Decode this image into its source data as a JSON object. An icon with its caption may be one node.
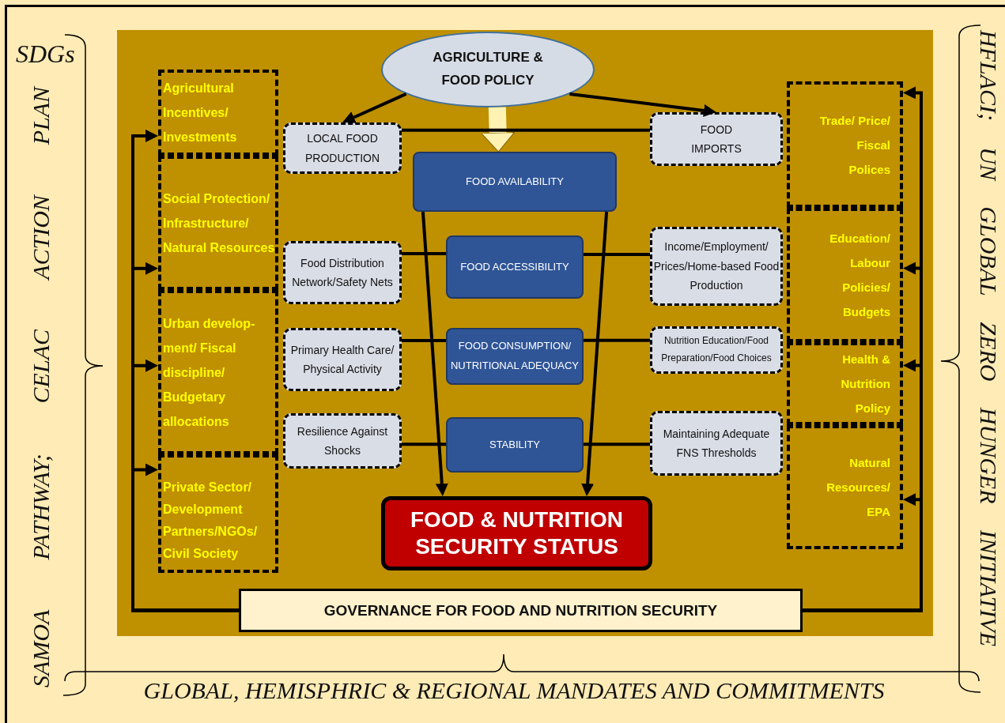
{
  "diagram": {
    "nodes": [
      {
        "text": [
          "AGRICULTURE & FOOD POLICY"
        ]
      },
      {
        "text": [
          "Agricultural Incentives/ Investments"
        ]
      },
      {
        "text": [
          "LOCAL FOOD PRODUCTION"
        ]
      },
      {
        "text": [
          "FOOD IMPORTS"
        ]
      },
      {
        "text": [
          "Trade/ Price/ Fiscal Polices"
        ]
      },
      {
        "text": [
          "FOOD AVAILABILITY"
        ]
      },
      {
        "text": [
          "Social Protection/ Infrastructure/ Natural Resources"
        ]
      },
      {
        "text": [
          "Food Distribution Network/Safety Nets"
        ]
      },
      {
        "text": [
          "FOOD ACCESSIBILITY"
        ]
      },
      {
        "text": [
          "Income/Employment/ Prices/Home-based Food Production"
        ]
      },
      {
        "text": [
          "Education/ Labour Policies/ Budgets"
        ]
      },
      {
        "text": [
          "Urban develop- ment/ Fiscal discipline/ Budgetary allocations"
        ]
      },
      {
        "text": [
          "Primary Health Care/ Physical Activity"
        ]
      },
      {
        "text": [
          "FOOD CONSUMPTION/ NUTRITIONAL ADEQUACY"
        ]
      },
      {
        "text": [
          "Nutrition Education/Food Preparation/Food Choices"
        ]
      },
      {
        "text": [
          "Health & Nutrition Policy"
        ]
      },
      {
        "text": [
          "Resilience Against Shocks"
        ]
      },
      {
        "text": [
          "STABILITY"
        ]
      },
      {
        "text": [
          "Maintaining Adequate FNS Thresholds"
        ]
      },
      {
        "text": [
          "Natural Resources/ EPA"
        ]
      },
      {
        "text": [
          "Private Sector/ Development Partners/NGOs/ Civil Society"
        ]
      },
      {
        "text": [
          "FOOD & NUTRITION SECURITY STATUS"
        ]
      },
      {
        "text": [
          "GOVERNANCE FOR FOOD AND NUTRITION SECURITY"
        ]
      }
    ],
    "edges": [
      {
        "from": 0,
        "to": 2,
        "arrow": "to"
      },
      {
        "from": 0,
        "to": 3,
        "arrow": "to"
      },
      {
        "from": 0,
        "to": 5,
        "arrow": "to",
        "style": "thick",
        "color": "#fff2b3"
      },
      {
        "from": 2,
        "to": 3,
        "arrow": "none"
      },
      {
        "from": 7,
        "to": 8,
        "arrow": "none"
      },
      {
        "from": 8,
        "to": 9,
        "arrow": "none"
      },
      {
        "from": 12,
        "to": 13,
        "arrow": "none"
      },
      {
        "from": 13,
        "to": 14,
        "arrow": "none"
      },
      {
        "from": 16,
        "to": 17,
        "arrow": "none"
      },
      {
        "from": 17,
        "to": 18,
        "arrow": "none"
      },
      {
        "from": 5,
        "to": 21,
        "arrow": "to"
      },
      {
        "from": 5,
        "to": 21,
        "arrow": "to"
      },
      {
        "from": 22,
        "to": 1,
        "arrow": "to"
      },
      {
        "from": 22,
        "to": 6,
        "arrow": "to"
      },
      {
        "from": 22,
        "to": 11,
        "arrow": "to"
      },
      {
        "from": 22,
        "to": 20,
        "arrow": "to"
      },
      {
        "from": 22,
        "to": 4,
        "arrow": "to"
      },
      {
        "from": 22,
        "to": 10,
        "arrow": "to"
      },
      {
        "from": 22,
        "to": 15,
        "arrow": "to"
      },
      {
        "from": 22,
        "to": 19,
        "arrow": "to"
      }
    ],
    "labels": [
      "SDGs",
      "SAMOA PATHWAY; CELAC ACTION PLAN",
      "HFLACI; UN GLOBAL ZERO HUNGER INITIATIVE",
      "GLOBAL, HEMISPHRIC & REGIONAL MANDATES AND COMMITMENTS"
    ]
  }
}
